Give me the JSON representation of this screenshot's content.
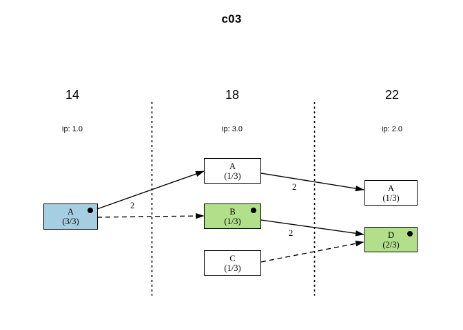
{
  "diagram": {
    "title": "c03",
    "colors": {
      "blue_node": "#a6cee3",
      "green_node": "#b2df8a",
      "white_node": "#ffffff",
      "stroke": "#000000",
      "background": "#ffffff"
    },
    "columns": [
      {
        "header": "14",
        "ip": "ip: 1.0"
      },
      {
        "header": "18",
        "ip": "ip: 3.0"
      },
      {
        "header": "22",
        "ip": "ip: 2.0"
      }
    ],
    "nodes": [
      {
        "id": "n0",
        "label": "A",
        "sub": "(3/3)",
        "fill": "blue",
        "dot": true,
        "column": 0
      },
      {
        "id": "n1",
        "label": "A",
        "sub": "(1/3)",
        "fill": "white",
        "dot": false,
        "column": 1
      },
      {
        "id": "n2",
        "label": "B",
        "sub": "(1/3)",
        "fill": "green",
        "dot": true,
        "column": 1
      },
      {
        "id": "n3",
        "label": "C",
        "sub": "(1/3)",
        "fill": "white",
        "dot": false,
        "column": 1
      },
      {
        "id": "n4",
        "label": "A",
        "sub": "(1/3)",
        "fill": "white",
        "dot": false,
        "column": 2
      },
      {
        "id": "n5",
        "label": "D",
        "sub": "(2/3)",
        "fill": "green",
        "dot": true,
        "column": 2
      }
    ],
    "edges": [
      {
        "from": "n0",
        "to": "n1",
        "style": "solid",
        "label": "2"
      },
      {
        "from": "n0",
        "to": "n2",
        "style": "dashed",
        "label": ""
      },
      {
        "from": "n1",
        "to": "n4",
        "style": "solid",
        "label": "2"
      },
      {
        "from": "n2",
        "to": "n5",
        "style": "solid",
        "label": "2"
      },
      {
        "from": "n3",
        "to": "n5",
        "style": "dashed",
        "label": ""
      }
    ],
    "edge_labels": [
      {
        "text": "2"
      },
      {
        "text": "2"
      },
      {
        "text": "2"
      }
    ]
  }
}
